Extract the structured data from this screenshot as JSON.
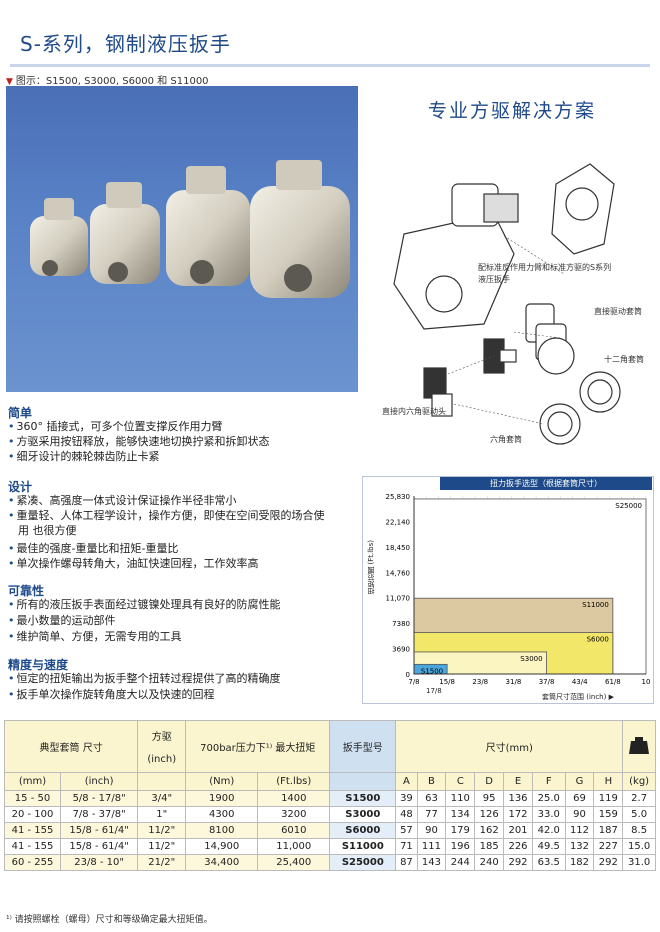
{
  "header": {
    "title": "S-系列，钢制液压扳手",
    "caption": "图示：S1500, S3000, S6000 和 S11000"
  },
  "diagram": {
    "heading": "专业方驱解决方案",
    "callouts": {
      "standard_reaction": "配标准反作用力臂和标准方驱的S系列液压扳手",
      "direct_drive": "直接驱动套筒",
      "twelve_point": "十二角套筒",
      "hex_bit": "直接内六角驱动头",
      "six_point": "六角套筒"
    }
  },
  "features": {
    "simple": {
      "heading": "简单",
      "items": [
        "360° 插接式，可多个位置支撑反作用力臂",
        "方驱采用按钮释放，能够快速地切换拧紧和拆卸状态",
        "细牙设计的棘轮棘齿防止卡紧"
      ]
    },
    "design": {
      "heading": "设计",
      "items": [
        "紧凑、高强度一体式设计保证操作半径非常小",
        "重量轻、人体工程学设计，操作方便，即使在空间受限的场合使",
        "用   也很方便",
        "最佳的强度-重量比和扭矩-重量比",
        "单次操作螺母转角大，油缸快速回程，工作效率高"
      ]
    },
    "reliability": {
      "heading": "可靠性",
      "items": [
        "所有的液压扳手表面经过镀镍处理具有良好的防腐性能",
        "最小数量的运动部件",
        "维护简单、方便，无需专用的工具"
      ]
    },
    "precision": {
      "heading": "精度与速度",
      "items": [
        "恒定的扭矩输出为扳手整个扭转过程提供了高的精确度",
        "扳手单次操作旋转角度大以及快速的回程"
      ]
    }
  },
  "chart_data": {
    "type": "area",
    "title": "扭力扳手选型（根据套筒尺寸）",
    "ylabel": "扭矩范围 (Ft.lbs)",
    "xlabel": "套筒尺寸范围 (inch) ▶",
    "y_ticks": [
      "25,830",
      "22,140",
      "18,450",
      "14,760",
      "11,070",
      "7380",
      "3690",
      "0"
    ],
    "x_ticks": [
      "7/8",
      "15/8",
      "23/8",
      "31/8",
      "37/8",
      "43/4",
      "61/8",
      "10"
    ],
    "x_extra_tick": "17/8",
    "series": [
      {
        "name": "S1500",
        "max_torque": 1400,
        "x_range": [
          "7/8",
          "15/8"
        ]
      },
      {
        "name": "S3000",
        "max_torque": 3200,
        "x_range": [
          "7/8",
          "37/8"
        ]
      },
      {
        "name": "S6000",
        "max_torque": 6010,
        "x_range": [
          "7/8",
          "61/8"
        ]
      },
      {
        "name": "S11000",
        "max_torque": 11000,
        "x_range": [
          "7/8",
          "61/8"
        ]
      },
      {
        "name": "S25000",
        "max_torque": 25400,
        "x_range": [
          "7/8",
          "10"
        ]
      }
    ],
    "colors": {
      "S1500": "#4aa6dc",
      "S3000": "#fbf5c2",
      "S6000": "#f3e76a",
      "S11000": "#dcc9a2",
      "S25000": "#ffffff"
    }
  },
  "table": {
    "col_headers": {
      "socket": "典型套筒\n尺寸",
      "drive": "方驱",
      "drive_unit": "(inch)",
      "torque": "700bar压力下¹⁾\n最大扭矩",
      "model": "扳手型号",
      "dims": "尺寸(mm)",
      "weight_icon": "kg-weight-icon"
    },
    "sub_headers": [
      "(mm)",
      "(inch)",
      "(Nm)",
      "(Ft.lbs)",
      "A",
      "B",
      "C",
      "D",
      "E",
      "F",
      "G",
      "H",
      "(kg)"
    ],
    "rows": [
      {
        "mm": "15 - 50",
        "inch": "5/8 - 17/8\"",
        "drive": "3/4\"",
        "nm": "1900",
        "ftlbs": "1400",
        "model": "S1500",
        "A": "39",
        "B": "63",
        "C": "110",
        "D": "95",
        "E": "136",
        "F": "25.0",
        "G": "69",
        "H": "119",
        "kg": "2.7"
      },
      {
        "mm": "20 - 100",
        "inch": "7/8 - 37/8\"",
        "drive": "1\"",
        "nm": "4300",
        "ftlbs": "3200",
        "model": "S3000",
        "A": "48",
        "B": "77",
        "C": "134",
        "D": "126",
        "E": "172",
        "F": "33.0",
        "G": "90",
        "H": "159",
        "kg": "5.0"
      },
      {
        "mm": "41 - 155",
        "inch": "15/8 - 61/4\"",
        "drive": "11/2\"",
        "nm": "8100",
        "ftlbs": "6010",
        "model": "S6000",
        "A": "57",
        "B": "90",
        "C": "179",
        "D": "162",
        "E": "201",
        "F": "42.0",
        "G": "112",
        "H": "187",
        "kg": "8.5"
      },
      {
        "mm": "41 - 155",
        "inch": "15/8 - 61/4\"",
        "drive": "11/2\"",
        "nm": "14,900",
        "ftlbs": "11,000",
        "model": "S11000",
        "A": "71",
        "B": "111",
        "C": "196",
        "D": "185",
        "E": "226",
        "F": "49.5",
        "G": "132",
        "H": "227",
        "kg": "15.0"
      },
      {
        "mm": "60 - 255",
        "inch": "23/8 - 10\"",
        "drive": "21/2\"",
        "nm": "34,400",
        "ftlbs": "25,400",
        "model": "S25000",
        "A": "87",
        "B": "143",
        "C": "244",
        "D": "240",
        "E": "292",
        "F": "63.5",
        "G": "182",
        "H": "292",
        "kg": "31.0"
      }
    ]
  },
  "footnote": "¹⁾ 请按照螺栓（螺母）尺寸和等级确定最大扭矩值。"
}
